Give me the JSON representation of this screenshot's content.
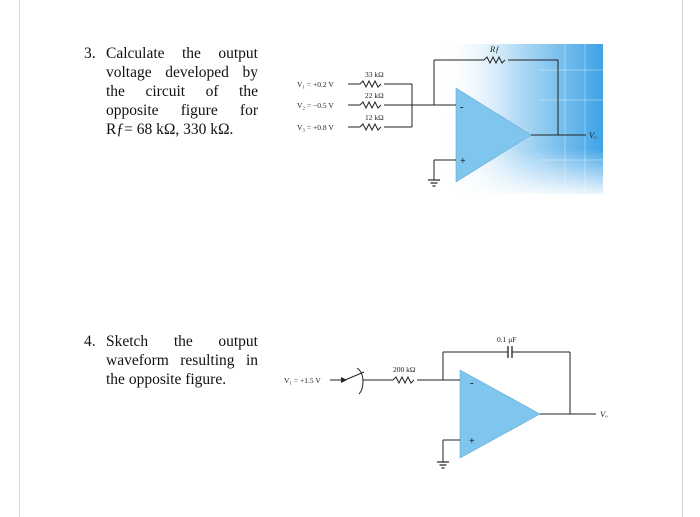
{
  "problem3": {
    "number": "3.",
    "lines": [
      [
        "Calculate",
        "the",
        "output"
      ],
      [
        "voltage",
        "developed",
        "by"
      ],
      [
        "the",
        "circuit",
        "of",
        "the"
      ],
      [
        "opposite",
        "figure",
        "for"
      ]
    ],
    "last_line": "Rƒ= 68 kΩ, 330 kΩ.",
    "circuit": {
      "v1_label": "V₁ = +0.2 V",
      "v2_label": "V₂ = −0.5 V",
      "v3_label": "V₃ = +0.8 V",
      "r1_label": "33 kΩ",
      "r2_label": "22 kΩ",
      "r3_label": "12 kΩ",
      "rf_label": "Rƒ",
      "minus_label": "-",
      "plus_label": "+",
      "out_label": "Vₒ",
      "opamp_color": "#7fc6ee",
      "bg_color": "#3ea3e6"
    }
  },
  "problem4": {
    "number": "4.",
    "lines": [
      [
        "Sketch",
        "the",
        "output"
      ],
      [
        "waveform",
        "resulting",
        "in"
      ],
      [
        "the",
        "opposite",
        "figure."
      ]
    ],
    "circuit": {
      "v1_label": "V₁ = +1.5 V",
      "r_label": "200 kΩ",
      "c_label": "0.1 μF",
      "minus_label": "-",
      "plus_label": "+",
      "out_label": "Vₒ",
      "opamp_color": "#7fc6ee"
    }
  }
}
